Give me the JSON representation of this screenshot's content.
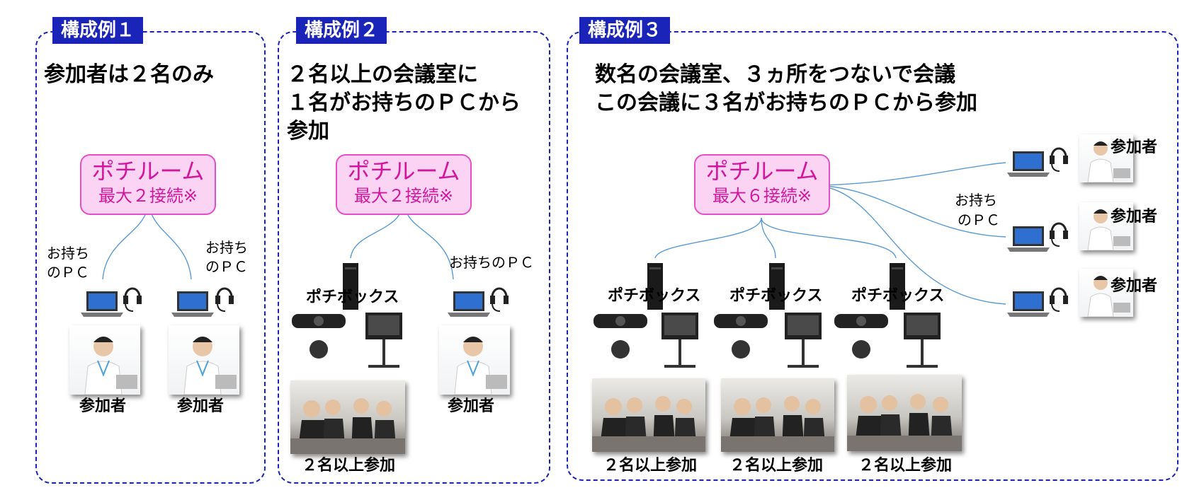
{
  "panels": [
    {
      "tab": "構成例１",
      "title_lines": [
        "参加者は２名のみ"
      ],
      "room": {
        "name": "ポチルーム",
        "max": "最大２接続※"
      },
      "pc_labels": [
        "お持ち",
        "のＰＣ",
        "お持ち",
        "のＰＣ"
      ],
      "participants": [
        "参加者",
        "参加者"
      ]
    },
    {
      "tab": "構成例２",
      "title_lines": [
        "２名以上の会議室に",
        "１名がお持ちのＰＣから",
        "参加"
      ],
      "room": {
        "name": "ポチルーム",
        "max": "最大２接続※"
      },
      "box_label": "ポチボックス",
      "pc_label": "お持ちのＰＣ",
      "group_caption": "２名以上参加",
      "participant": "参加者"
    },
    {
      "tab": "構成例３",
      "title_lines": [
        "数名の会議室、３ヵ所をつないで会議",
        "この会議に３名がお持ちのＰＣから参加"
      ],
      "room": {
        "name": "ポチルーム",
        "max": "最大６接続※"
      },
      "box_labels": [
        "ポチボックス",
        "ポチボックス",
        "ポチボックス"
      ],
      "group_captions": [
        "２名以上参加",
        "２名以上参加",
        "２名以上参加"
      ],
      "pc_label": [
        "お持ち",
        "のＰＣ"
      ],
      "participants": [
        "参加者",
        "参加者",
        "参加者"
      ]
    }
  ],
  "colors": {
    "frame": "#1b24b8",
    "room_fill": "#fbd4f4",
    "room_border": "#e44fc6",
    "room_text": "#d3179d",
    "connector": "#5a9bd5"
  }
}
